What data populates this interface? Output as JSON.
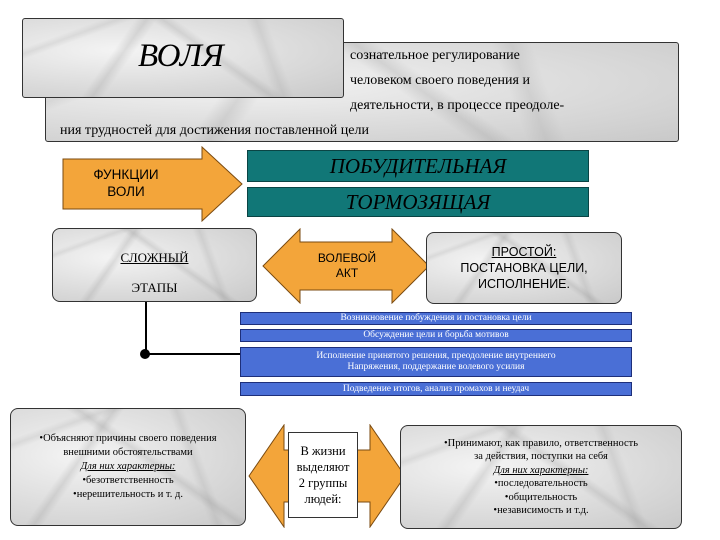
{
  "definition": {
    "title": "ВОЛЯ",
    "line1": "сознательное регулирование",
    "line2": "человеком своего поведения и",
    "line3": "деятельности, в процессе преодоле-",
    "line4": "ния трудностей для  достижения поставленной цели"
  },
  "functions": {
    "label_line1": "ФУНКЦИИ",
    "label_line2": "ВОЛИ",
    "items": [
      "ПОБУДИТЕЛЬНАЯ",
      "ТОРМОЗЯЩАЯ"
    ]
  },
  "volitional_act": {
    "complex": "СЛОЖНЫЙ",
    "stages_label": "ЭТАПЫ",
    "act_line1": "ВОЛЕВОЙ",
    "act_line2": "АКТ",
    "simple_title": "ПРОСТОЙ:",
    "simple_line1": "ПОСТАНОВКА ЦЕЛИ,",
    "simple_line2": "ИСПОЛНЕНИЕ."
  },
  "stages": [
    [
      "Возникновение побуждения и постановка цели"
    ],
    [
      "Обсуждение цели и борьба мотивов"
    ],
    [
      "Исполнение принятого решения, преодоление внутреннего",
      "Напряжения, поддержание волевого усилия"
    ],
    [
      "Подведение итогов, анализ промахов и неудач"
    ]
  ],
  "groups": {
    "left": {
      "line1": "•Объясняют причины своего поведения",
      "line2": "внешними обстоятельствами",
      "traits_label": "Для них характерны:",
      "trait1": "•безответственность",
      "trait2": "•нерешительность и т. д."
    },
    "center": [
      "В жизни",
      "выделяют",
      "2 группы",
      "людей:"
    ],
    "right": {
      "line1": "•Принимают, как правило, ответственность",
      "line2": "за действия, поступки на себя",
      "traits_label": "Для них характерны:",
      "trait1": "•последовательность",
      "trait2": "•общительность",
      "trait3": "•независимость и т.д."
    }
  },
  "colors": {
    "teal": "#117777",
    "orange": "#f3a53a",
    "stage_blue": "#4a6fd6",
    "dark": "#333333"
  }
}
